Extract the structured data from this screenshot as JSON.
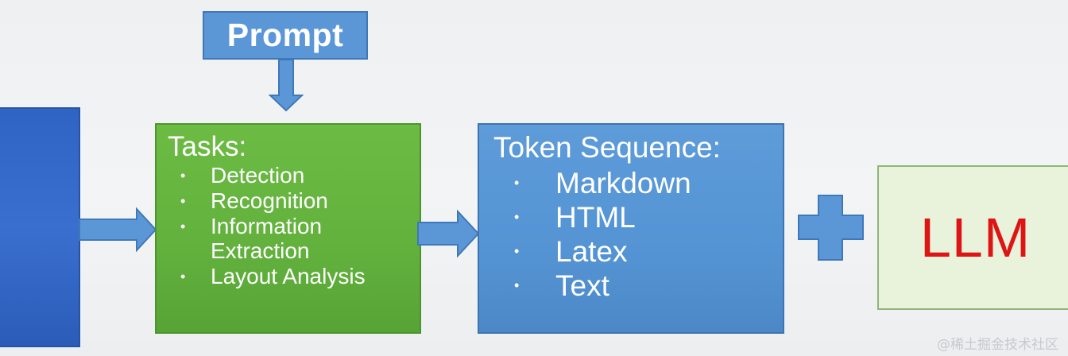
{
  "prompt": {
    "label": "Prompt"
  },
  "tasks": {
    "title": "Tasks:",
    "items": [
      {
        "lines": [
          "Detection"
        ]
      },
      {
        "lines": [
          "Recognition"
        ]
      },
      {
        "lines": [
          "Information",
          "Extraction"
        ]
      },
      {
        "lines": [
          "Layout Analysis"
        ]
      }
    ]
  },
  "tokens": {
    "title": "Token Sequence:",
    "items": [
      "Markdown",
      "HTML",
      "Latex",
      "Text"
    ]
  },
  "llm": {
    "label": "LLM"
  },
  "bullet": "•",
  "watermark": "@稀土掘金技术社区",
  "colors": {
    "left_block": "#2f63c4",
    "prompt_box": "#5b97d6",
    "tasks_box": "#62b13d",
    "token_box": "#5594d4",
    "llm_box": "#e9f3dc",
    "llm_text": "#dd1515",
    "arrow": "#5b97d6"
  }
}
